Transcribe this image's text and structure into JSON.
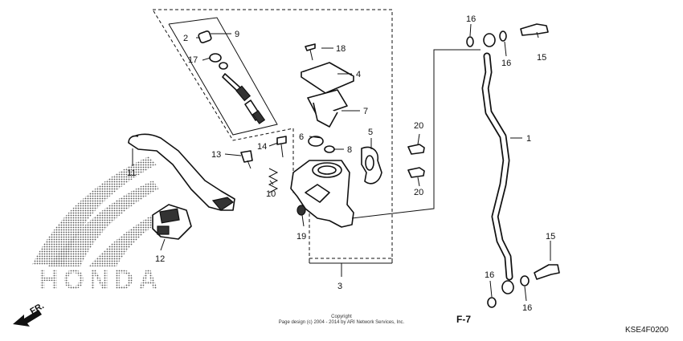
{
  "callouts": {
    "c1": "1",
    "c2": "2",
    "c3": "3",
    "c4": "4",
    "c5": "5",
    "c6": "6",
    "c7": "7",
    "c8": "8",
    "c9": "9",
    "c10": "10",
    "c11": "11",
    "c12": "12",
    "c13": "13",
    "c14": "14",
    "c15a": "15",
    "c15b": "15",
    "c16a": "16",
    "c16b": "16",
    "c16c": "16",
    "c16d": "16",
    "c17": "17",
    "c18": "18",
    "c19": "19",
    "c20a": "20",
    "c20b": "20"
  },
  "watermark": {
    "brand": "HONDA"
  },
  "direction": {
    "label": "FR."
  },
  "reference": {
    "label": "F-7"
  },
  "footer": {
    "line1": "Copyright",
    "line2": "Page design (c) 2004 - 2014 by ARI Network Services, Inc.",
    "code": "KSE4F0200"
  }
}
